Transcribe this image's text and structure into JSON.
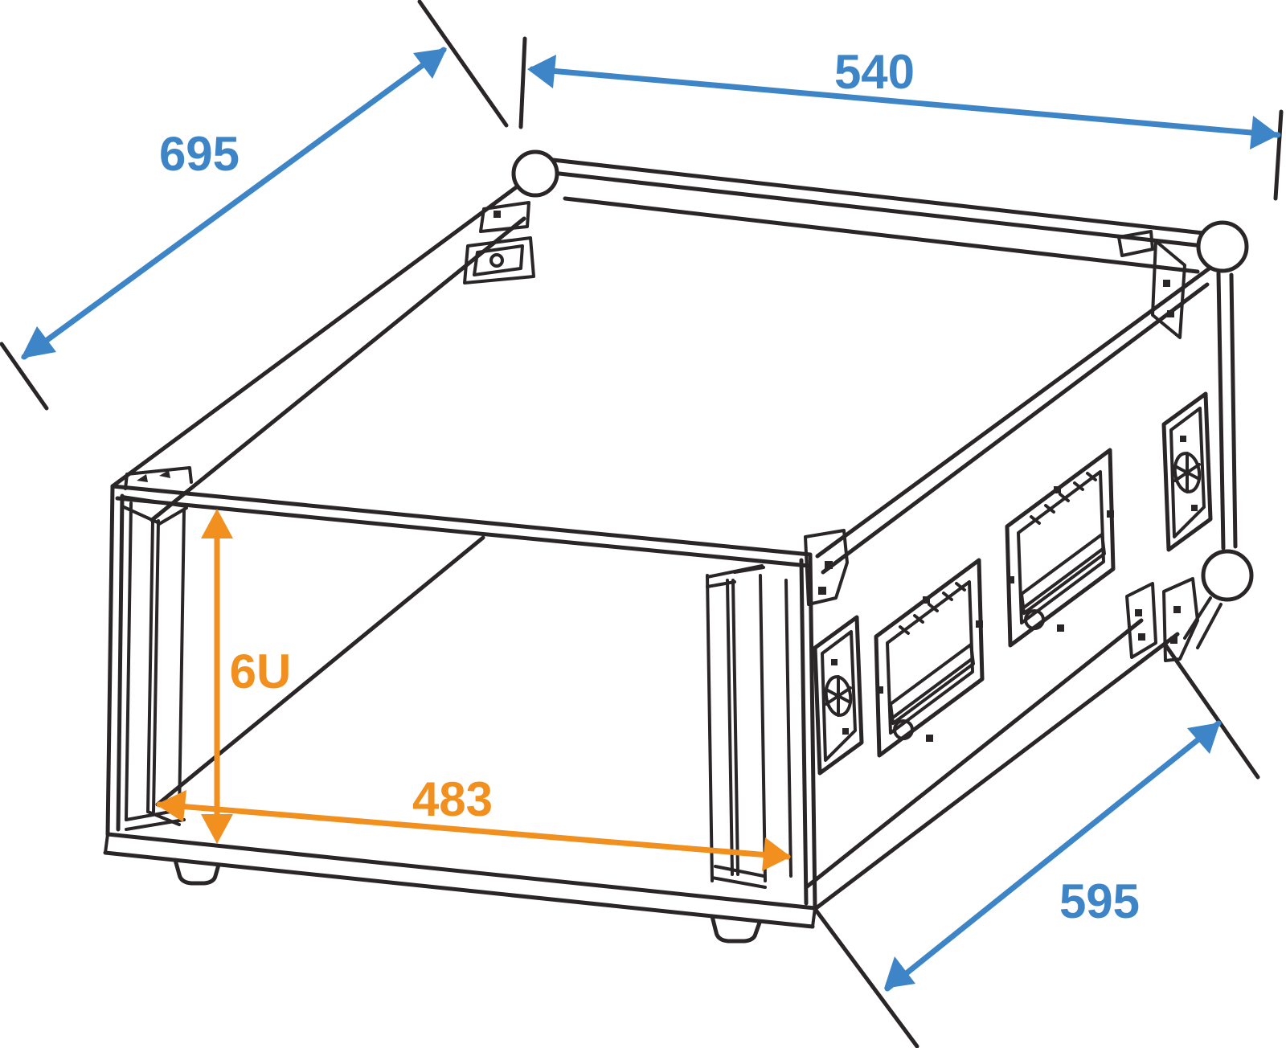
{
  "title": "6U rack flight case dimensional line drawing",
  "colors": {
    "line": "#2a2627",
    "dimension_blue": "#3d85c6",
    "dimension_orange": "#f18f1f",
    "background": "#ffffff"
  },
  "labels": {
    "dim_540": "540",
    "dim_695": "695",
    "dim_6u": "6U",
    "dim_483": "483",
    "dim_595": "595"
  },
  "parts": {
    "case": "flight-case",
    "top_face": "lid-top-face",
    "front_opening": "open-front-rack-bay",
    "left_rail": "left-rack-rail",
    "right_rail": "right-rack-rail",
    "side_panel": "right-side-panel",
    "handles": [
      "recessed-handle-front",
      "recessed-handle-rear"
    ],
    "latches": [
      "butterfly-latch-front",
      "butterfly-latch-rear"
    ],
    "ball_corners": [
      "ball-corner-back-left",
      "ball-corner-back-right",
      "ball-corner-bottom-right"
    ],
    "feet": [
      "case-foot-left",
      "case-foot-right"
    ]
  }
}
